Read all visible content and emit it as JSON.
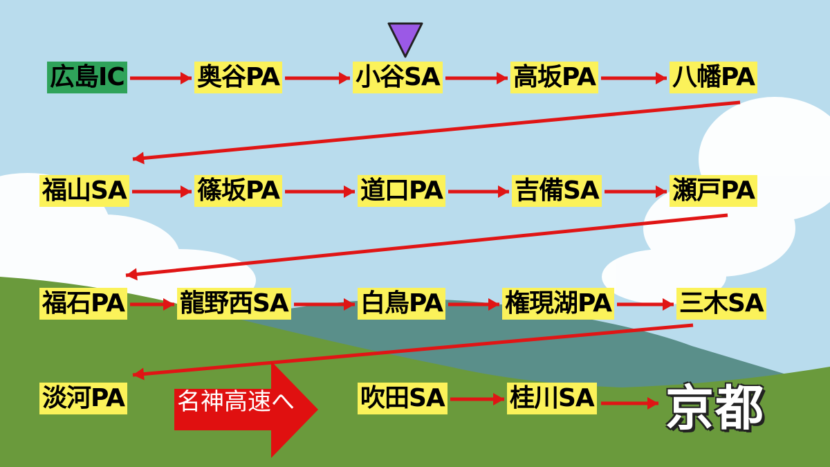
{
  "route": {
    "rows": [
      [
        "広島IC",
        "奥谷PA",
        "小谷SA",
        "高坂PA",
        "八幡PA"
      ],
      [
        "福山SA",
        "篠坂PA",
        "道口PA",
        "吉備SA",
        "瀬戸PA"
      ],
      [
        "福石PA",
        "龍野西SA",
        "白鳥PA",
        "権現湖PA",
        "三木SA"
      ],
      [
        "淡河PA",
        "吹田SA",
        "桂川SA"
      ]
    ],
    "branch_label": "名神高速へ",
    "destination": "京都",
    "current_position": "小谷SA"
  },
  "colors": {
    "label_bg": "#fbf25a",
    "start_bg": "#2fa35a",
    "arrow": "#e01515",
    "big_arrow": "#e01010",
    "marker": "#9b59e6",
    "sky": "#b9dced",
    "ground": "#6a9a3c"
  },
  "icons": {
    "marker": "triangle-down-icon",
    "branch": "right-arrow-icon"
  }
}
